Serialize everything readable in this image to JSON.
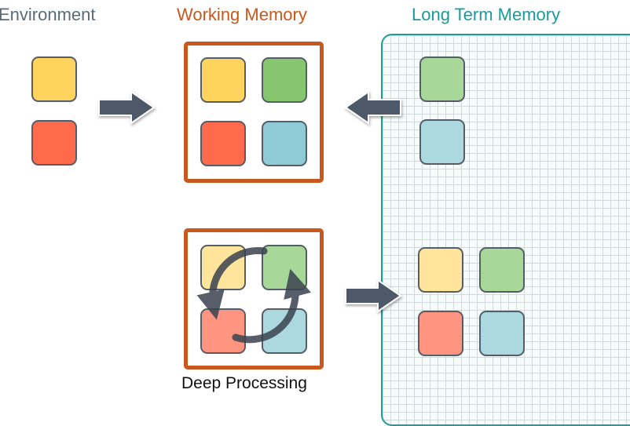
{
  "labels": {
    "environment": "Environment",
    "working_memory": "Working Memory",
    "long_term_memory": "Long Term Memory",
    "deep_processing": "Deep Processing"
  },
  "colors": {
    "yellow": "#ffd45e",
    "green": "#86c66e",
    "red": "#ff6a4d",
    "blue": "#8fcbd6",
    "yellow_faded": "#ffe49c",
    "green_faded": "#a8d79a",
    "red_faded": "#ff9580",
    "blue_faded": "#acd9e0",
    "frame": "#c8581d",
    "panel": "#1f9c95",
    "arrow": "#4d5868"
  },
  "icons": {
    "arrow": "right-arrow-icon",
    "cycle": "cycle-arrows-icon"
  }
}
